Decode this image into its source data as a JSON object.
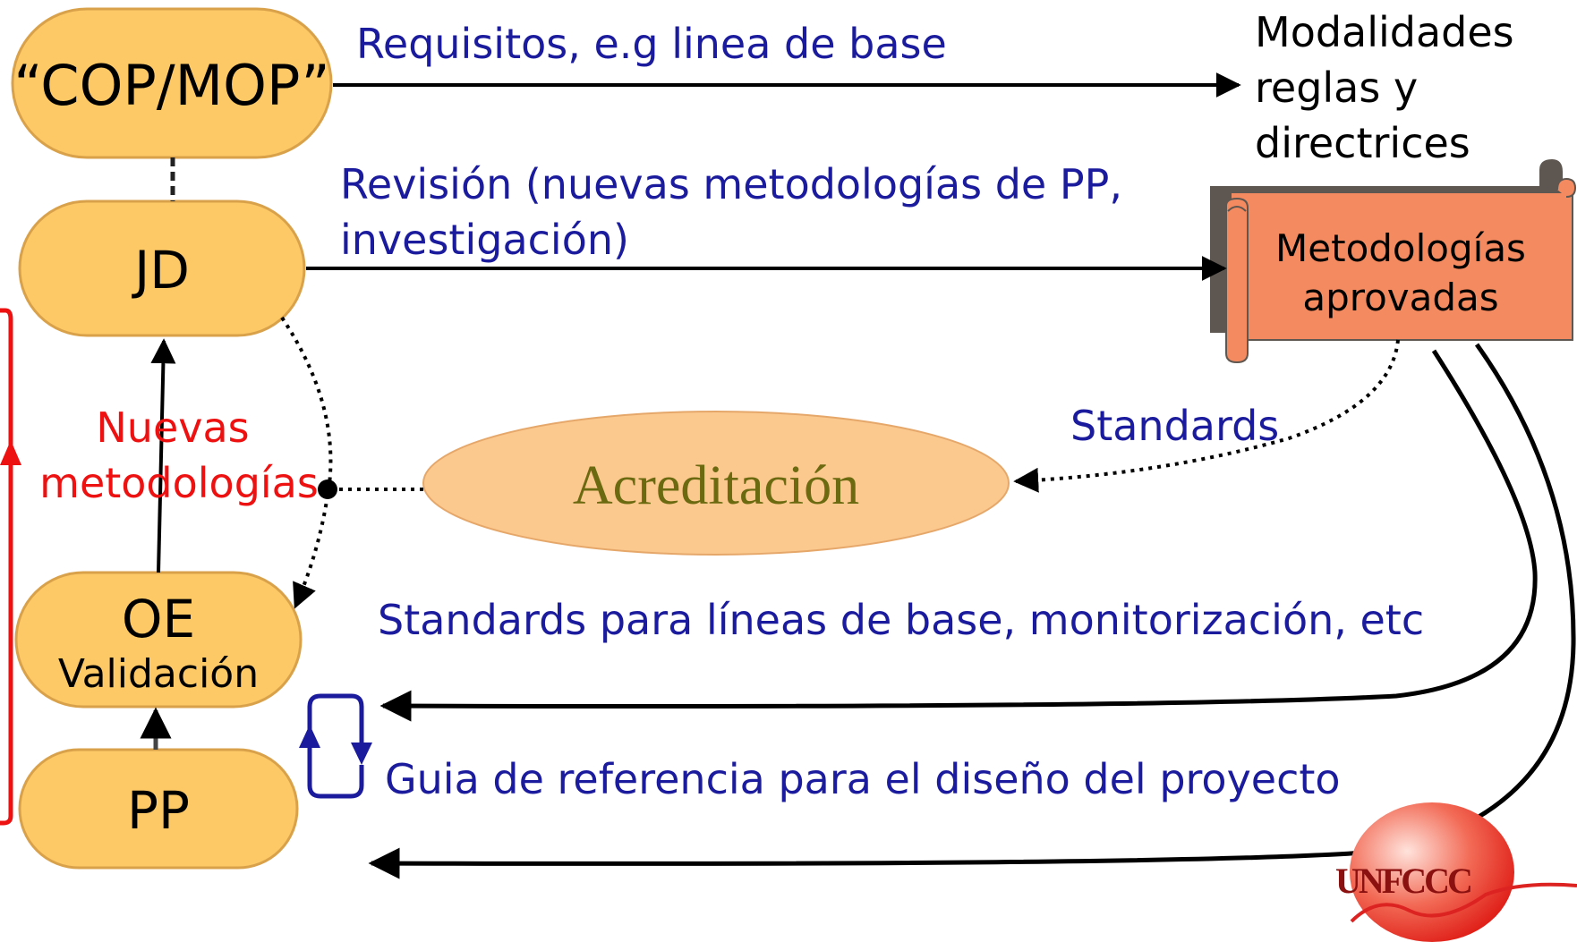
{
  "nodes": {
    "cop_mop": "“COP/MOP”",
    "jd": "JD",
    "oe": "OE",
    "oe_sub": "Validación",
    "pp": "PP",
    "acreditacion": "Acreditación",
    "scroll_line1": "Metodologías",
    "scroll_line2": "aprovadas"
  },
  "labels": {
    "requisitos": "Requisitos, e.g linea de base",
    "modalidades_line1": "Modalidades",
    "modalidades_line2": "reglas y",
    "modalidades_line3": "directrices",
    "revision_line1": "Revisión (nuevas metodologías de PP,",
    "revision_line2": "investigación)",
    "nuevas_line1": "Nuevas",
    "nuevas_line2": "metodologías",
    "standards": "Standards",
    "standards_lineas": "Standards para líneas de base, monitorización, etc",
    "guia": "Guia de referencia para el diseño del proyecto"
  },
  "logo": {
    "text": "UNFCCC"
  },
  "colors": {
    "node_fill": "#FDC966",
    "node_stroke": "#D9A24A",
    "ellipse_fill": "#FBC88E",
    "ellipse_text": "#6B6A10",
    "scroll_fill": "#F48A5F",
    "scroll_shadow": "#5E5650",
    "blue_text": "#1B1B9E",
    "red": "#EE1111",
    "arrow": "#000000"
  }
}
